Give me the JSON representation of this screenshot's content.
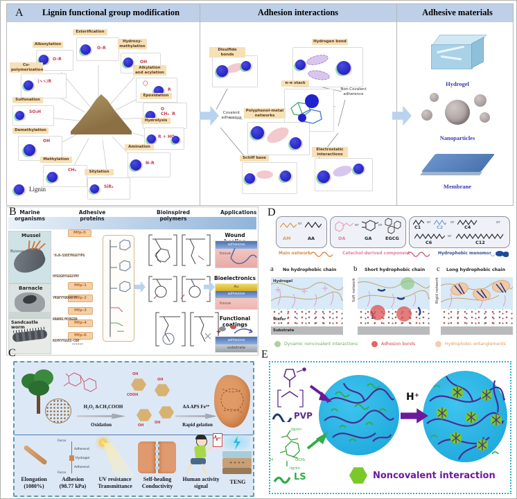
{
  "A": {
    "letter": "A",
    "title1": "Lignin functional group modification",
    "title2": "Adhesion interactions",
    "title3": "Adhesive materials",
    "mods": [
      {
        "label": "Esterification",
        "f": "O–R"
      },
      {
        "label": "Alkoxylation",
        "f": "O–R"
      },
      {
        "label": "Hydroxy-\nmethylation",
        "f": "OH"
      },
      {
        "label": "Co-\npolymerization",
        "f": "R"
      },
      {
        "label": "Alkylation\nand acylation",
        "f": "R"
      },
      {
        "label": "Sulfonation",
        "f": "SO₃H"
      },
      {
        "label": "Epoxidation",
        "f": "CH₂  R"
      },
      {
        "label": "Demethylation",
        "f": "OH"
      },
      {
        "label": "Hydrolysis",
        "f": "R + HO"
      },
      {
        "label": "Amination",
        "f": "N–R"
      },
      {
        "label": "Methylation",
        "f": "CH₃"
      },
      {
        "label": "Silylation",
        "f": "SiR₃"
      }
    ],
    "lignin": "Lignin",
    "interactions": [
      "Disulfide bonds",
      "Hydrogen bond",
      "π-π stack",
      "Polyphenol-metal\nnetworks",
      "Schiff base",
      "Electrostatic\ninteractions"
    ],
    "covalent": "Covalent adherence",
    "noncovalent": "Non-Covalent adherence",
    "materials": [
      "Hydrogel",
      "Nanoparticles",
      "Membrane"
    ]
  },
  "B": {
    "letter": "B",
    "headers": [
      "Marine organisms",
      "Adhesive proteins",
      "Bioinspired polymers",
      "Applications"
    ],
    "organisms": [
      {
        "name": "Mussel"
      },
      {
        "name": "Barnacle"
      },
      {
        "name": "Sandcastle worm"
      }
    ],
    "byssus": "Byssus",
    "mfp5": "Mfp-5",
    "seq": [
      "⁺H₃N-SSEEYKGGYYPG",
      "HYGSGHYSGGSYHY",
      "YKGKYYGKAKKYY",
      "KRAKKLYKYKGSN",
      "KGYKYYGGSS-COO⁻"
    ],
    "mfps": [
      "Mfp-1",
      "Mfp-2",
      "Mfp-3",
      "Mfp-4",
      "Mfp-6"
    ],
    "more": "......",
    "apps": [
      {
        "title": "Wound healing",
        "l1": "adhesive",
        "l2": "tissue"
      },
      {
        "title": "Bioelectronics",
        "l0": "Au",
        "l1": "adhesive",
        "l2": "tissue"
      },
      {
        "title": "Functional coatings",
        "l1": "adhesive",
        "l2": "substrate"
      }
    ]
  },
  "C": {
    "letter": "C",
    "reagent1": "H₂O₂ &CH₃COOH",
    "step1": "Oxidation",
    "reagent2": "AA  APS  Fe³⁺",
    "step2": "Rapid gelation",
    "oh": "OH",
    "cooh": "COOH",
    "tests": [
      {
        "a": "Elongation",
        "b": "(1080%)"
      },
      {
        "a": "Adhesion",
        "b": "(98.77 kPa)"
      },
      {
        "a": "UV resistance",
        "b": "Transmittance"
      },
      {
        "a": "Self-healing",
        "b": "Conductivity"
      },
      {
        "a": "Human activity",
        "b": "signal"
      },
      {
        "a": "TENG",
        "b": ""
      }
    ],
    "adh": [
      "Force",
      "Adherend",
      "Hydrogel",
      "Adherend",
      "Force"
    ]
  },
  "D": {
    "letter": "D",
    "or": "or",
    "m": [
      "AM",
      "AA",
      "DA",
      "GA",
      "EGCG",
      "C1",
      "C2",
      "C4",
      "C6",
      "C12"
    ],
    "legend1": [
      "Main network",
      "Catechol-derived component",
      "Hydrophobic monomer"
    ],
    "sub": [
      {
        "k": "a",
        "t": "No hydrophobic chain",
        "side": ""
      },
      {
        "k": "b",
        "t": "Short hydrophobic chain",
        "side": "Soft network"
      },
      {
        "k": "c",
        "t": "Long hydrophobic chain",
        "side": "Rigid network"
      }
    ],
    "zones": [
      "Hydrogel",
      "Water",
      "Substrate"
    ],
    "legend2": [
      "Dynamic noncovalent interactions",
      "Adhesion bonds",
      "Hydrophobic entanglements"
    ]
  },
  "E": {
    "letter": "E",
    "pvp": "PVP",
    "ls": "LS",
    "lignin": "lignin",
    "olignin": "lignin",
    "och3": "OCH₃",
    "h": "H",
    "hplus": "H⁺",
    "legend": "Noncovalent interaction"
  },
  "colors": {
    "header_blue": "#bdd0e8",
    "tag_tan": "#f6e0b5",
    "lignin_blue": "#2121cf",
    "chem_red": "#c23b4a",
    "cyan": "#29b4e4",
    "purple": "#5b2d8e",
    "green": "#3cb54a",
    "teal_border": "#2ab0c5"
  }
}
